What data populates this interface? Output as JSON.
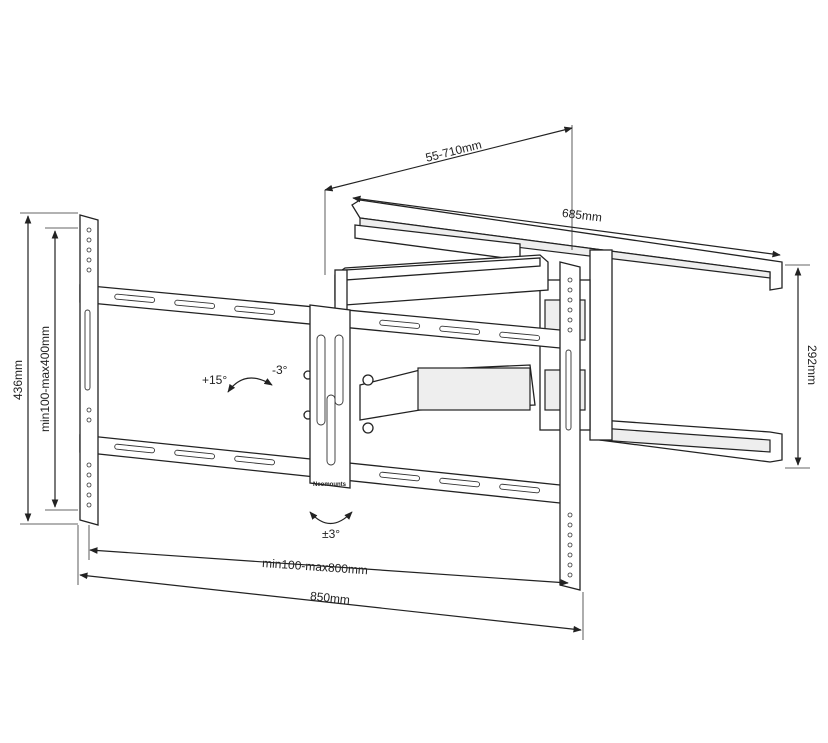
{
  "title": "TV wall mount dimension drawing",
  "brand": "Neomounts",
  "dimensions": {
    "wall_distance": "55-710mm",
    "wall_plate_width": "685mm",
    "wall_plate_height": "292mm",
    "total_height": "436mm",
    "vesa_vertical": "min100-max400mm",
    "vesa_horizontal": "min100-max800mm",
    "total_width": "850mm"
  },
  "angles": {
    "tilt_up": "+15°",
    "tilt_down": "-3°",
    "rotation": "±3°"
  },
  "colors": {
    "line": "#222222",
    "background": "#ffffff"
  }
}
